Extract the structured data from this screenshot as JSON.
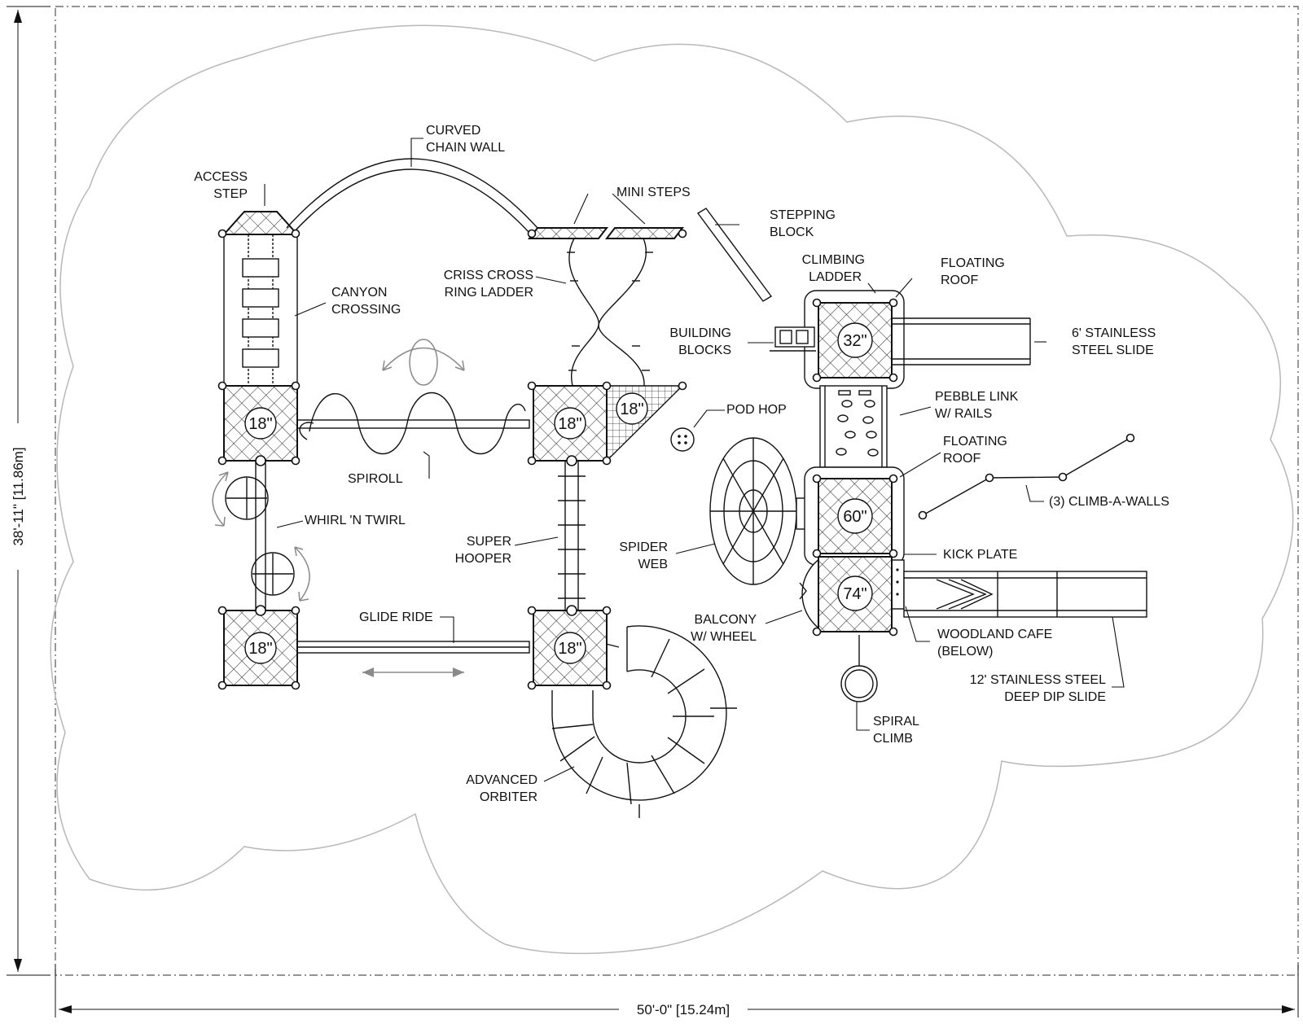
{
  "dimensions": {
    "width": "50'-0\" [15.24m]",
    "height": "38'-11\" [11.86m]"
  },
  "decks": [
    "18\"",
    "18\"",
    "18\"",
    "18\"",
    "18\"",
    "32\"",
    "60\"",
    "74\""
  ],
  "labels": {
    "curved_chain_wall": [
      "CURVED",
      "CHAIN WALL"
    ],
    "access_step": [
      "ACCESS",
      "STEP"
    ],
    "mini_steps": [
      "MINI STEPS"
    ],
    "stepping_block": [
      "STEPPING",
      "BLOCK"
    ],
    "climbing_ladder": [
      "CLIMBING",
      "LADDER"
    ],
    "floating_roof_top": [
      "FLOATING",
      "ROOF"
    ],
    "criss_cross": [
      "CRISS CROSS",
      "RING LADDER"
    ],
    "canyon_crossing": [
      "CANYON",
      "CROSSING"
    ],
    "building_blocks": [
      "BUILDING",
      "BLOCKS"
    ],
    "stainless_slide_6": [
      "6' STAINLESS",
      "STEEL SLIDE"
    ],
    "pebble_link": [
      "PEBBLE LINK",
      "W/ RAILS"
    ],
    "pod_hop": [
      "POD HOP"
    ],
    "floating_roof_bottom": [
      "FLOATING",
      "ROOF"
    ],
    "spiroll": [
      "SPIROLL"
    ],
    "climb_a_walls": [
      "(3) CLIMB-A-WALLS"
    ],
    "whirl": [
      "WHIRL 'N TWIRL"
    ],
    "super_hooper": [
      "SUPER",
      "HOOPER"
    ],
    "spider_web": [
      "SPIDER",
      "WEB"
    ],
    "kick_plate": [
      "KICK PLATE"
    ],
    "glide_ride": [
      "GLIDE RIDE"
    ],
    "balcony": [
      "BALCONY",
      "W/ WHEEL"
    ],
    "woodland_cafe": [
      "WOODLAND CAFE",
      "(BELOW)"
    ],
    "deep_dip_slide": [
      "12' STAINLESS STEEL",
      "DEEP DIP SLIDE"
    ],
    "spiral_climb": [
      "SPIRAL",
      "CLIMB"
    ],
    "advanced_orbiter": [
      "ADVANCED",
      "ORBITER"
    ]
  }
}
